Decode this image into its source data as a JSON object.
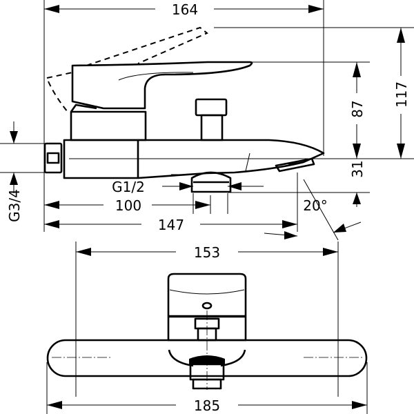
{
  "side_view": {
    "dims": {
      "overall_length": "164",
      "total_height": "117",
      "lever_height": "87",
      "outlet_drop": "31",
      "inlet_thread": "G3/4",
      "outlet_thread": "G1/2",
      "outlet_offset": "100",
      "spout_reach": "147",
      "spray_angle": "20°"
    }
  },
  "top_view": {
    "dims": {
      "inlet_centers": "153",
      "plate_width": "185"
    }
  }
}
